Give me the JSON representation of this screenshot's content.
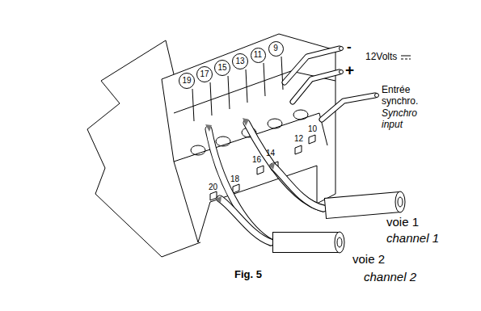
{
  "diagram": {
    "nodes": [
      {
        "text": [
          "19"
        ]
      },
      {
        "text": [
          "17"
        ]
      },
      {
        "text": [
          "15"
        ]
      },
      {
        "text": [
          "13"
        ]
      },
      {
        "text": [
          "11"
        ]
      },
      {
        "text": [
          "9"
        ]
      }
    ],
    "labels": [
      "-",
      "12Volts",
      "+",
      "Entrée synchro.",
      "Synchro input",
      "10",
      "12",
      "14",
      "16",
      "18",
      "20",
      "voie 1",
      "channel 1",
      "voie 2",
      "channel 2",
      "Fig. 5"
    ]
  }
}
